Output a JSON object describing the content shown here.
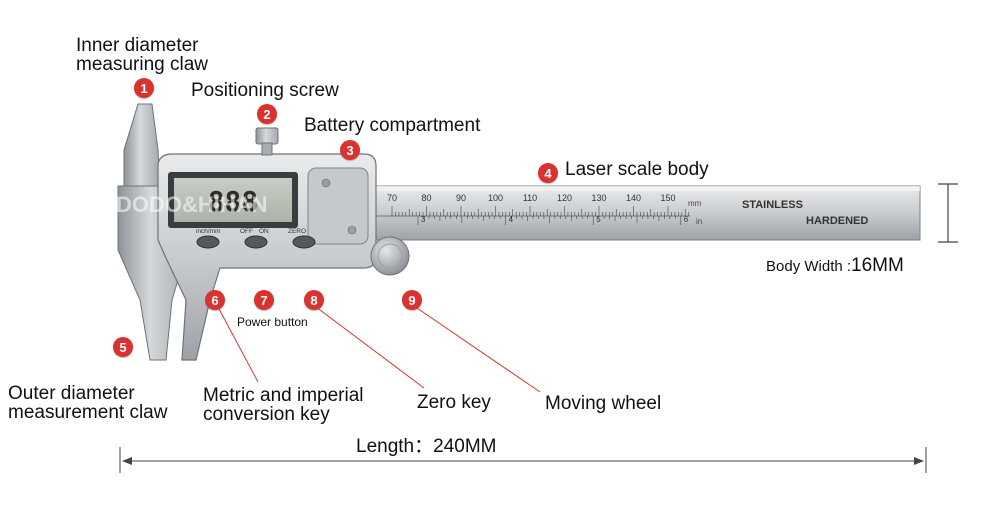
{
  "badges": [
    "1",
    "2",
    "3",
    "4",
    "5",
    "6",
    "7",
    "8",
    "9"
  ],
  "labels": {
    "inner_claw": [
      "Inner diameter",
      "measuring claw"
    ],
    "positioning_screw": "Positioning screw",
    "battery": "Battery compartment",
    "laser_scale": "Laser scale body",
    "outer_claw": [
      "Outer diameter",
      "measurement claw"
    ],
    "metric_key": [
      "Metric and imperial",
      "conversion key"
    ],
    "power_button": "Power button",
    "zero_key": "Zero key",
    "moving_wheel": "Moving wheel",
    "body_width_label": "Body Width :",
    "body_width_value": "16MM",
    "length_label": "Length：",
    "length_value": "240MM"
  },
  "device": {
    "lcd_text": "888",
    "button_labels": [
      "inch/mm",
      "OFF",
      "ON",
      "ZERO"
    ],
    "scale_mm": [
      "70",
      "80",
      "90",
      "100",
      "110",
      "120",
      "130",
      "140",
      "150"
    ],
    "scale_mm_unit": "mm",
    "scale_inch": [
      "3",
      "4",
      "5",
      "6"
    ],
    "scale_inch_unit": "in",
    "engraving": [
      "STAINLESS",
      "HARDENED"
    ],
    "watermark": "DODO&HIHAN"
  },
  "colors": {
    "badge": "#d9322f",
    "leader_line": "#d9322f",
    "steel": "#b8bcc0",
    "dimension_line": "#444444"
  }
}
